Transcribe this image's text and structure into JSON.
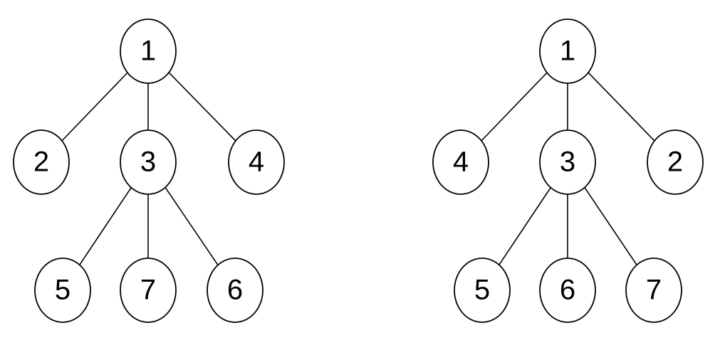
{
  "trees": [
    {
      "nodes": [
        {
          "id": "a1",
          "label": "1"
        },
        {
          "id": "a2",
          "label": "2"
        },
        {
          "id": "a3",
          "label": "3"
        },
        {
          "id": "a4",
          "label": "4"
        },
        {
          "id": "a5",
          "label": "5"
        },
        {
          "id": "a7",
          "label": "7"
        },
        {
          "id": "a6",
          "label": "6"
        }
      ],
      "edges": [
        [
          "a1",
          "a2"
        ],
        [
          "a1",
          "a3"
        ],
        [
          "a1",
          "a4"
        ],
        [
          "a3",
          "a5"
        ],
        [
          "a3",
          "a7"
        ],
        [
          "a3",
          "a6"
        ]
      ]
    },
    {
      "nodes": [
        {
          "id": "b1",
          "label": "1"
        },
        {
          "id": "b4",
          "label": "4"
        },
        {
          "id": "b3",
          "label": "3"
        },
        {
          "id": "b2",
          "label": "2"
        },
        {
          "id": "b5",
          "label": "5"
        },
        {
          "id": "b6",
          "label": "6"
        },
        {
          "id": "b7",
          "label": "7"
        }
      ],
      "edges": [
        [
          "b1",
          "b4"
        ],
        [
          "b1",
          "b3"
        ],
        [
          "b1",
          "b2"
        ],
        [
          "b3",
          "b5"
        ],
        [
          "b3",
          "b6"
        ],
        [
          "b3",
          "b7"
        ]
      ]
    }
  ]
}
